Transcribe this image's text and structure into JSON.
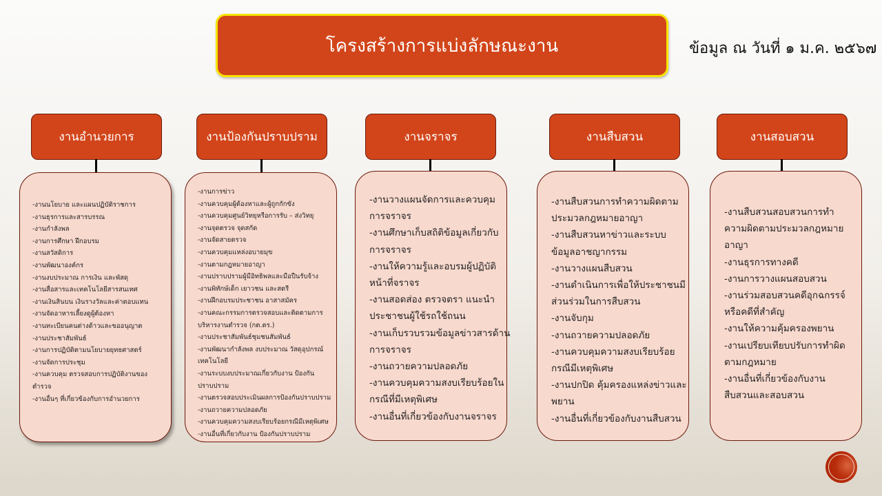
{
  "title": "โครงสร้างการแบ่งลักษณะงาน",
  "date": "ข้อมูล ณ วันที่ ๑ ม.ค. ๒๕๖๗",
  "colors": {
    "accent": "#d2451a",
    "box_fill": "#f8d9ce",
    "title_border": "#f5e400"
  },
  "columns": [
    {
      "heading": "งานอำนวยการ",
      "lines": [
        "-งานนโยบาย และแผนปฏิบัติราชการ",
        "-งานธุรการและสารบรรณ",
        "-งานกำลังพล",
        "-งานการศึกษา ฝึกอบรม",
        "-งานสวัสดิการ",
        "-งานพัฒนาองค์กร",
        "-งานงบประมาณ การเงิน และพัสดุ",
        "-งานสื่อสารและเทคโนโลยีสารสนเทศ",
        "-งานเงินสินบน เงินรางวัลและค่าตอบแทน",
        "-งานจัดอาหารเลี้ยงดูผู้ต้องหา",
        "-งานทะเบียนคนต่างด้าวและขออนุญาต",
        "-งานประชาสัมพันธ์",
        "-งานการปฏิบัติตามนโยบายยุทธศาสตร์",
        "-งานจัดการประชุม",
        "-งานควบคุม ตรวจสอบการปฏิบัติงานของ",
        "ตำรวจ",
        "-งานอื่นๆ ที่เกี่ยวข้องกับการอำนวยการ"
      ]
    },
    {
      "heading": "งานป้องกันปราบปราม",
      "lines": [
        "-งานการข่าว",
        "-งานควบคุมผู้ต้องหาและผู้ถูกกักขัง",
        "-งานควบคุมศูนย์วิทยุหรือการรับ – ส่งวิทยุ",
        "-งานจุดตรวจ จุดสกัด",
        "-งานจัดสายตรวจ",
        "-งานควบคุมแหล่งอบายมุข",
        "-งานตามกฎหมายอาญา",
        "-งานปราบปรามผู้มีอิทธิพลและมือปืนรับจ้าง",
        "-งานพิทักษ์เด็ก เยาวชน และสตรี",
        "-งานฝึกอบรมประชาชน อาสาสมัคร",
        "-งานคณะกรรมการตรวจสอบและติดตามการ",
        "บริหารงานตำรวจ (กต.ตร.)",
        "-งานประชาสัมพันธ์ชุมชนสัมพันธ์",
        "-งานพัฒนากำลังพล งบประมาณ วัสดุอุปกรณ์",
        "เทคโนโลยี",
        "-งานระบบงบประมาณเกี่ยวกับงาน ป้องกัน",
        "ปราบปราม",
        "-งานตรวจสอบประเมินผลการป้องกันปราบปราม",
        "-งานถวายความปลอดภัย",
        "-งานควบคุมความสงบเรียบร้อยกรณีมีเหตุพิเศษ",
        "-งานอื่นที่เกี่ยวกับงาน ป้องกันปราบปราม"
      ]
    },
    {
      "heading": "งานจราจร",
      "lines": [
        "-งานวางแผนจัดการและควบคุม",
        "การจราจร",
        "-งานศึกษาเก็บสถิติข้อมูลเกี่ยวกับ",
        "การจราจร",
        "-งานให้ความรู้และอบรมผู้ปฏิบัติ",
        "หน้าที่จราจร",
        "-งานสอดส่อง ตรวจตรา แนะนำ",
        "ประชาชนผู้ใช้รถใช้ถนน",
        "-งานเก็บรวบรวมข้อมูลข่าวสารด้าน",
        "การจราจร",
        "-งานถวายความปลอดภัย",
        "-งานควบคุมความสงบเรียบร้อยใน",
        "กรณีที่มีเหตุพิเศษ",
        "-งานอื่นที่เกี่ยวข้องกับงานจราจร"
      ]
    },
    {
      "heading": "งานสืบสวน",
      "lines": [
        "-งานสืบสวนการทำความผิดตาม",
        "ประมวลกฎหมายอาญา",
        "-งานสืบสวนหาข่าวและระบบ",
        "ข้อมูลอาชญากรรม",
        "-งานวางแผนสืบสวน",
        "-งานดำเนินการเพื่อให้ประชาชนมี",
        "ส่วนร่วมในการสืบสวน",
        "-งานจับกุม",
        "-งานถวายความปลอดภัย",
        "-งานควบคุมความสงบเรียบร้อย",
        "กรณีมีเหตุพิเศษ",
        "-งานปกปิด คุ้มครองแหล่งข่าวและ",
        "พยาน",
        "-งานอื่นที่เกี่ยวข้องกับงานสืบสวน"
      ]
    },
    {
      "heading": "งานสอบสวน",
      "lines": [
        "-งานสืบสวนสอบสวนการทำ",
        "ความผิดตามประมวลกฎหมาย",
        "อาญา",
        "-งานธุรการทางคดี",
        "-งานการวางแผนสอบสวน",
        "-งานร่วมสอบสวนคดีอุกฉกรรจ์",
        "หรือคดีที่สำคัญ",
        "-งานให้ความคุ้มครองพยาน",
        "-งานเปรียบเทียบปรับการทำผิด",
        "ตามกฎหมาย",
        "-งานอื่นที่เกี่ยวข้องกับงาน",
        "สืบสวนและสอบสวน"
      ]
    }
  ]
}
